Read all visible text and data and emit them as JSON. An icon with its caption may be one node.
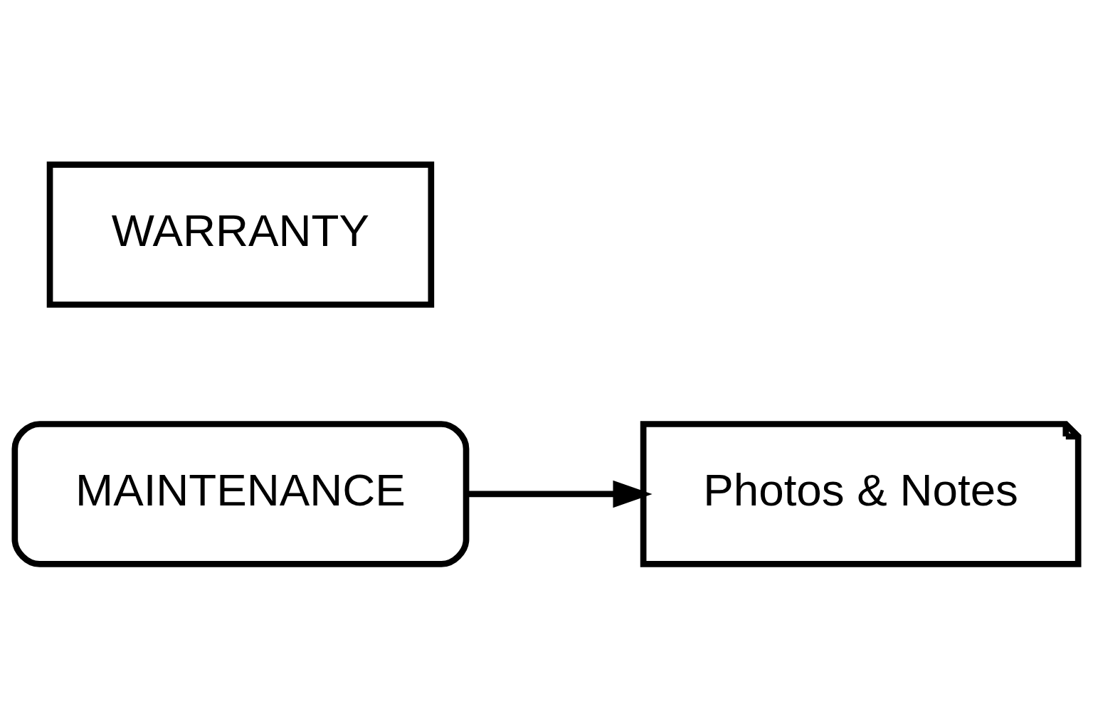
{
  "diagram": {
    "nodes": [
      {
        "text": [
          "MAINTENANCE"
        ]
      },
      {
        "text": [
          "Photos & Notes"
        ]
      },
      {
        "text": [
          "WARRANTY"
        ]
      }
    ],
    "edges": [
      {
        "from": 0,
        "to": 1,
        "arrow": "to"
      }
    ]
  }
}
